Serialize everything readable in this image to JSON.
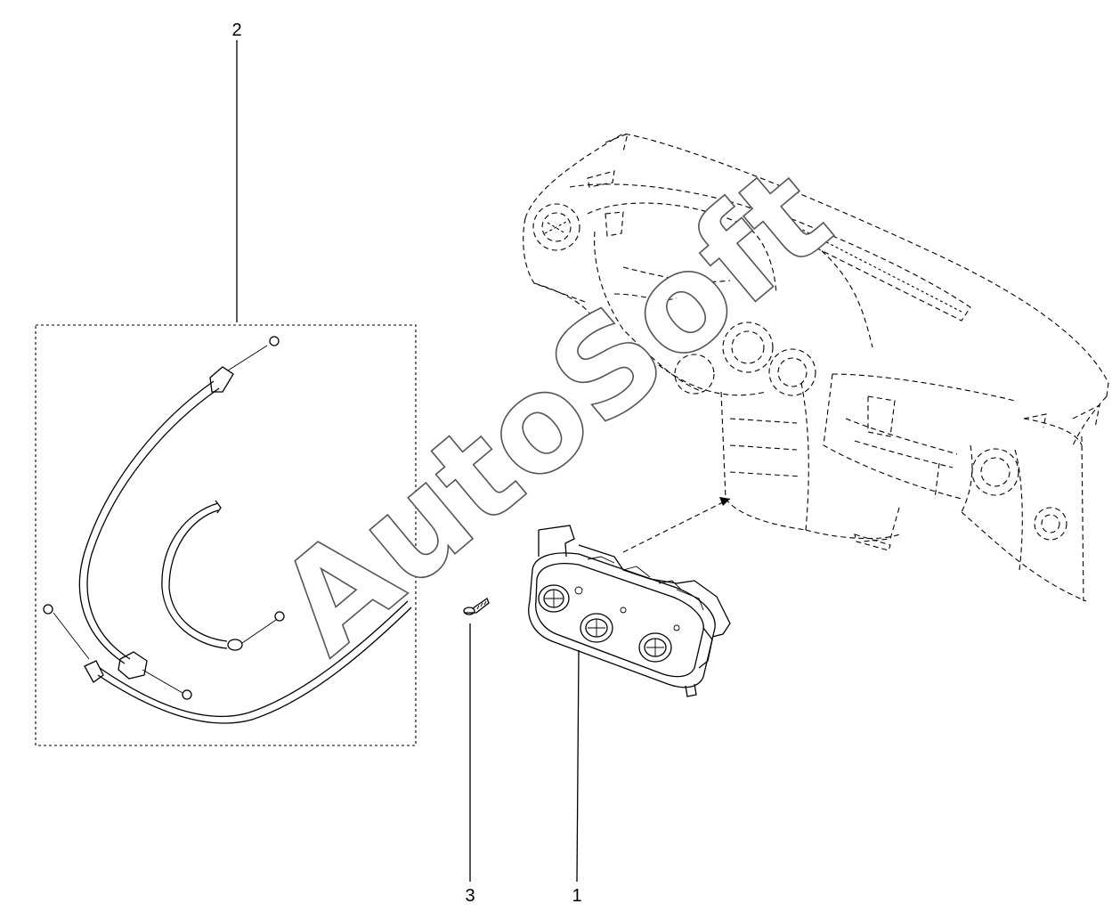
{
  "diagram": {
    "callouts": [
      {
        "id": "1",
        "label": "1"
      },
      {
        "id": "2",
        "label": "2"
      },
      {
        "id": "3",
        "label": "3"
      }
    ],
    "watermark": "AutoSoft"
  }
}
